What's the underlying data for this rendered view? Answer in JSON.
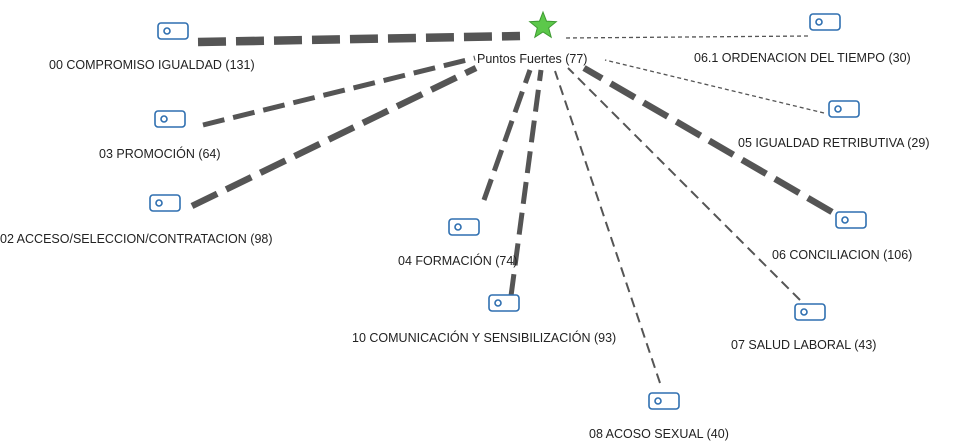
{
  "colors": {
    "edge": "#555555",
    "node_icon": "#2f6fb0",
    "star_fill": "#5cc84a",
    "star_stroke": "#3e9a32",
    "label": "#222222"
  },
  "center": {
    "label": "Puntos Fuertes (77)",
    "icon": "star-icon"
  },
  "nodes": [
    {
      "id": "00",
      "label": "00 COMPROMISO IGUALDAD (131)",
      "weight": 131,
      "icon": "code-tag-icon"
    },
    {
      "id": "03",
      "label": "03 PROMOCIÓN (64)",
      "weight": 64,
      "icon": "code-tag-icon"
    },
    {
      "id": "02",
      "label": "02 ACCESO/SELECCION/CONTRATACION (98)",
      "weight": 98,
      "icon": "code-tag-icon"
    },
    {
      "id": "04",
      "label": "04 FORMACIÓN (74)",
      "weight": 74,
      "icon": "code-tag-icon"
    },
    {
      "id": "10",
      "label": "10 COMUNICACIÓN Y SENSIBILIZACIÓN (93)",
      "weight": 93,
      "icon": "code-tag-icon"
    },
    {
      "id": "08",
      "label": "08 ACOSO SEXUAL (40)",
      "weight": 40,
      "icon": "code-tag-icon"
    },
    {
      "id": "07",
      "label": "07 SALUD LABORAL (43)",
      "weight": 43,
      "icon": "code-tag-icon"
    },
    {
      "id": "06",
      "label": "06 CONCILIACION (106)",
      "weight": 106,
      "icon": "code-tag-icon"
    },
    {
      "id": "05",
      "label": "05 IGUALDAD RETRIBUTIVA (29)",
      "weight": 29,
      "icon": "code-tag-icon"
    },
    {
      "id": "061",
      "label": "06.1 ORDENACION DEL TIEMPO (30)",
      "weight": 30,
      "icon": "code-tag-icon"
    }
  ]
}
